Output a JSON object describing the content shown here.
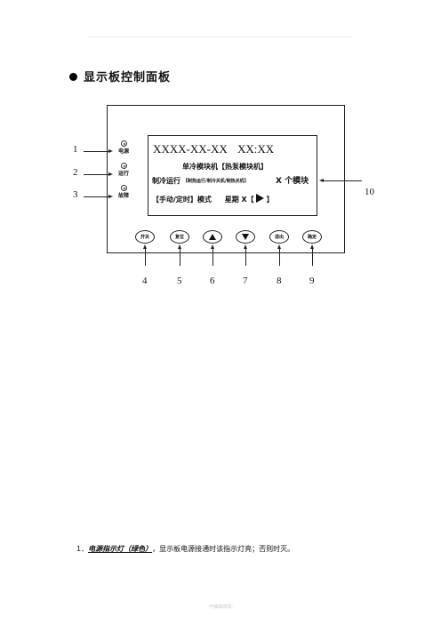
{
  "heading": "显示板控制面板",
  "indicators": [
    {
      "number": "1",
      "label": "电源"
    },
    {
      "number": "2",
      "label": "运行"
    },
    {
      "number": "3",
      "label": "故障"
    }
  ],
  "screen": {
    "datetime": "XXXX-XX-XX XX:XX",
    "line2": "单冷模块机【热泵模块机】",
    "line3_main": "制冷运行",
    "line3_small": "【制热运行/制冷关机/制热关机】",
    "line3_right": "X 个模块",
    "line4_prefix": "【手动/定时】模式",
    "line4_week": "星期 X【",
    "line4_suffix": "】"
  },
  "screen_callout": "10",
  "buttons": [
    {
      "number": "4",
      "label": "开关",
      "icon": ""
    },
    {
      "number": "5",
      "label": "复位",
      "icon": ""
    },
    {
      "number": "6",
      "label": "",
      "icon": "up-triangle-icon"
    },
    {
      "number": "7",
      "label": "",
      "icon": "down-triangle-icon"
    },
    {
      "number": "8",
      "label": "退出",
      "icon": ""
    },
    {
      "number": "9",
      "label": "确定",
      "icon": ""
    }
  ],
  "note": {
    "prefix": "1．",
    "bold": "电源指示灯（绿色）",
    "rest": "，显示板电源接通时该指示灯亮；否则时灭。"
  },
  "footer": "-可编辑修改-"
}
